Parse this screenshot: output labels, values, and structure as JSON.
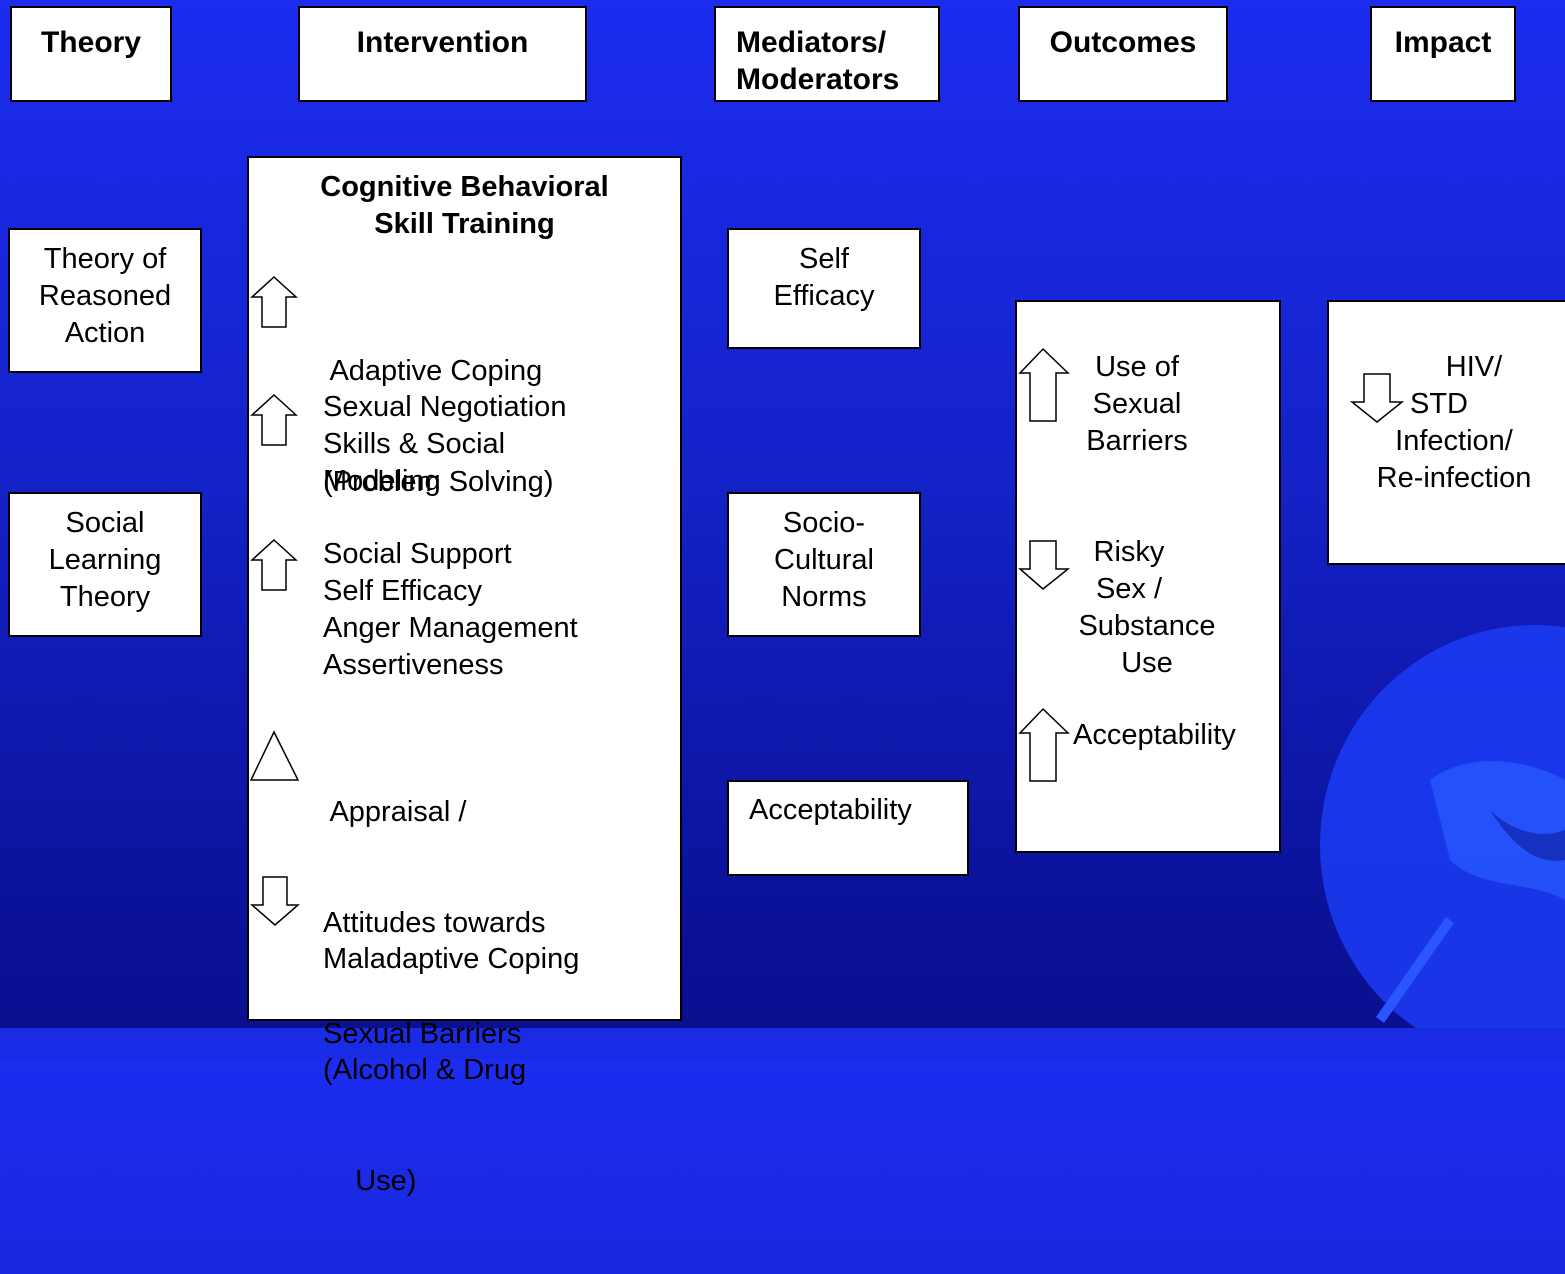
{
  "headers": {
    "theory": "Theory",
    "intervention": "Intervention",
    "mediators": [
      "Mediators/",
      "Moderators"
    ],
    "outcomes": "Outcomes",
    "impact": "Impact"
  },
  "theory": {
    "tra": [
      "Theory of",
      "Reasoned",
      "Action"
    ],
    "slt": [
      "Social",
      "Learning",
      "Theory"
    ]
  },
  "intervention": {
    "title": [
      "Cognitive Behavioral",
      "Skill Training"
    ],
    "items": [
      {
        "arrow": "up-arrow",
        "lines": [
          " Adaptive Coping",
          "(Problem Solving)"
        ]
      },
      {
        "arrow": "up-arrow",
        "lines": [
          "Sexual Negotiation",
          "Skills & Social",
          "Modeling"
        ]
      },
      {
        "arrow": "up-arrow",
        "lines": [
          "Social Support",
          "Self Efficacy",
          "Anger Management",
          "Assertiveness"
        ]
      },
      {
        "arrow": "triangle",
        "lines": [
          " Appraisal /",
          "Attitudes towards",
          "Sexual Barriers"
        ]
      },
      {
        "arrow": "down-arrow",
        "lines": [
          "Maladaptive Coping",
          "(Alcohol & Drug",
          "    Use)"
        ]
      }
    ]
  },
  "mediators": {
    "self_efficacy": [
      "Self",
      "Efficacy"
    ],
    "norms": [
      "Socio-",
      "Cultural",
      "Norms"
    ],
    "acceptability": "Acceptability"
  },
  "outcomes": {
    "barriers": [
      "Use of",
      "Sexual",
      "Barriers"
    ],
    "risky": [
      "Risky",
      "Sex /",
      "Substance",
      "Use"
    ],
    "acceptability": "Acceptability"
  },
  "impact": {
    "lines": [
      "HIV/",
      "STD",
      "Infection/",
      "Re-infection"
    ]
  },
  "colors": {
    "background_top": "#1c2cf0",
    "background_bottom": "#0a0f8e",
    "box": "#ffffff",
    "globe": "#1e46ff"
  }
}
